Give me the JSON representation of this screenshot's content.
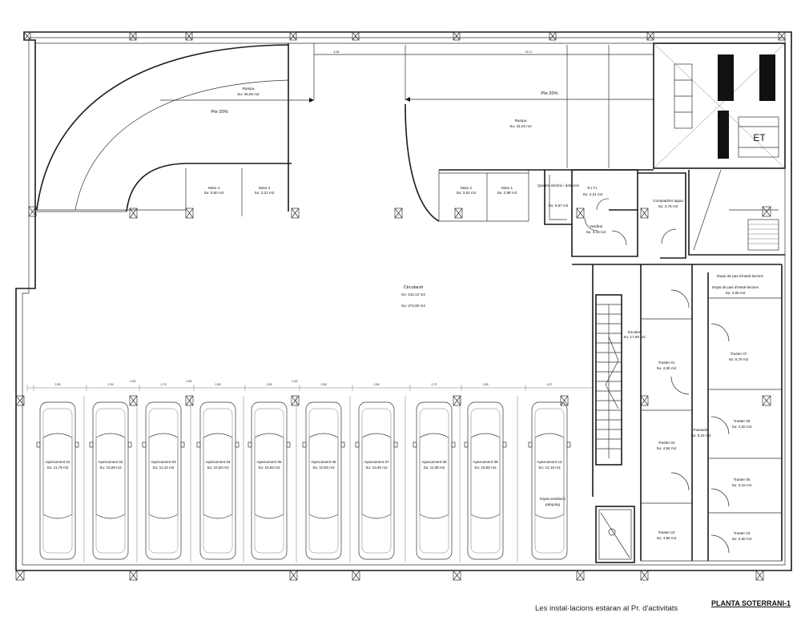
{
  "rooms": {
    "rampa_left": {
      "name": "Rampa",
      "area": "Su: 45,00 m2"
    },
    "rampa_right": {
      "name": "Rampa",
      "area": "Su: 42,02 m2"
    },
    "pte_left": "Pte 20%",
    "pte_right": "Pte 20%",
    "moto4": {
      "name": "Moto 4",
      "area": "Su: 3,60 m2"
    },
    "moto3": {
      "name": "Moto 3",
      "area": "Su: 3,21 m2"
    },
    "moto2": {
      "name": "Moto 2",
      "area": "Su: 3,52 m2"
    },
    "moto1": {
      "name": "Moto 1",
      "area": "Su: 2,98 m2"
    },
    "quadre": {
      "name": "Quadre elèctric i detecció",
      "area": "Su: 6,97 m2"
    },
    "rite": {
      "name": "R.I.T.I.",
      "area": "Su: 2,21 m2"
    },
    "comptadors": {
      "name": "Comptadors aigua",
      "area": "Su: 3,75 m2"
    },
    "vestibul": {
      "name": "Vestíbul",
      "area": "Su: 3,15 m2"
    },
    "et": "ET",
    "circulacio": {
      "name": "Circulació",
      "area1": "Su: 142,12 m2",
      "area2": "Su: 472,90 m2"
    },
    "escales": {
      "name": "Escales",
      "area": "Su: 17,80 m2"
    },
    "passadis": {
      "name": "Passadís",
      "area": "Su: 8,24 m2"
    },
    "espai_top": "Espai de pas d'instal·lacions",
    "espai_inst": {
      "name": "Espai de pas d'instal·lacions",
      "area": "Su: 4,55 m2"
    },
    "espai_vent": {
      "name": "Espai ventilació",
      "area": "pàrquing"
    }
  },
  "parking": [
    {
      "name": "Aparcament 01",
      "area": "Su: 11,79 m2"
    },
    {
      "name": "Aparcament 02",
      "area": "Su: 10,89 m2"
    },
    {
      "name": "Aparcament 03",
      "area": "Su: 11,14 m2"
    },
    {
      "name": "Aparcament 04",
      "area": "Su: 10,50 m2"
    },
    {
      "name": "Aparcament 05",
      "area": "Su: 10,50 m2"
    },
    {
      "name": "Aparcament 06",
      "area": "Su: 10,50 m2"
    },
    {
      "name": "Aparcament 07",
      "area": "Su: 10,50 m2"
    },
    {
      "name": "Aparcament 08",
      "area": "Su: 11,05 m2"
    },
    {
      "name": "Aparcament 09",
      "area": "Su: 10,50 m2"
    },
    {
      "name": "Aparcament 10",
      "area": "Su: 14,15 m2"
    }
  ],
  "trasters": [
    {
      "name": "Traster 01",
      "area": "Su: 4,36 m2"
    },
    {
      "name": "Traster 02",
      "area": "Su: 4,84 m2"
    },
    {
      "name": "Traster 03",
      "area": "Su: 4,80 m2"
    },
    {
      "name": "Traster 04",
      "area": "Su: 3,60 m2"
    },
    {
      "name": "Traster 05",
      "area": "Su: 3,18 m2"
    },
    {
      "name": "Traster 06",
      "area": "Su: 4,20 m2"
    },
    {
      "name": "Traster 07",
      "area": "Su: 5,76 m2"
    }
  ],
  "dimensions": {
    "top_a": "4,66",
    "top_b": "15,71",
    "row": [
      "2,55",
      "2,39",
      "2,79",
      "2,55",
      "2,55",
      "2,55",
      "2,55",
      "2,73",
      "2,55",
      "3,27"
    ],
    "small": [
      "0,35",
      "0,35",
      "0,35"
    ]
  },
  "footer": {
    "note": "Les instal·lacions estaran al Pr. d'activitats",
    "title": "PLANTA SOTERRANI-1"
  }
}
